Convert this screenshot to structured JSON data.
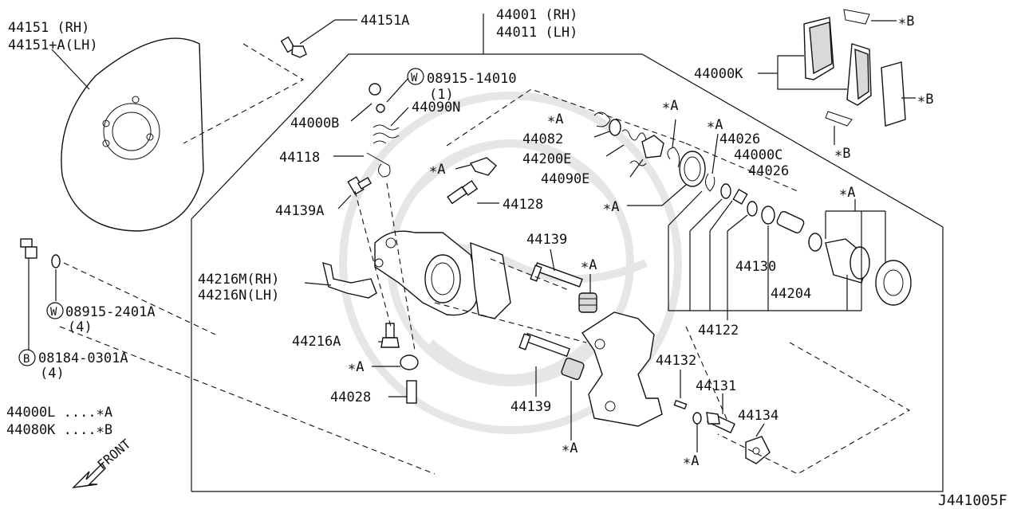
{
  "diagram_id": "J441005F",
  "front_label": "FRONT",
  "labels": [
    {
      "id": "44151",
      "text": "44151   (RH)"
    },
    {
      "id": "44151-lh",
      "text": "44151+A(LH)"
    },
    {
      "id": "44151A",
      "text": "44151A"
    },
    {
      "id": "44001",
      "text": "44001 (RH)"
    },
    {
      "id": "44011",
      "text": "44011 (LH)"
    },
    {
      "id": "08915-14010",
      "text": "08915-14010"
    },
    {
      "id": "08915-14010-qty",
      "text": "(1)"
    },
    {
      "id": "44000B",
      "text": "44000B"
    },
    {
      "id": "44090N",
      "text": "44090N"
    },
    {
      "id": "44118",
      "text": "44118"
    },
    {
      "id": "44139A",
      "text": "44139A"
    },
    {
      "id": "44128",
      "text": "44128"
    },
    {
      "id": "star-a-1",
      "text": "∗A"
    },
    {
      "id": "44082",
      "text": "44082"
    },
    {
      "id": "44200E",
      "text": "44200E"
    },
    {
      "id": "44090E",
      "text": "44090E"
    },
    {
      "id": "star-a-2",
      "text": "∗A"
    },
    {
      "id": "star-a-3",
      "text": "∗A"
    },
    {
      "id": "star-a-4",
      "text": "∗A"
    },
    {
      "id": "44026-a",
      "text": "44026"
    },
    {
      "id": "44000C",
      "text": "44000C"
    },
    {
      "id": "44026-b",
      "text": "44026"
    },
    {
      "id": "star-a-5",
      "text": "∗A"
    },
    {
      "id": "44000K",
      "text": "44000K"
    },
    {
      "id": "star-b-1",
      "text": "∗B"
    },
    {
      "id": "star-b-2",
      "text": "∗B"
    },
    {
      "id": "star-b-3",
      "text": "∗B"
    },
    {
      "id": "star-a-6",
      "text": "∗A"
    },
    {
      "id": "44139-a",
      "text": "44139"
    },
    {
      "id": "star-a-7",
      "text": "∗A"
    },
    {
      "id": "44130",
      "text": "44130"
    },
    {
      "id": "44204",
      "text": "44204"
    },
    {
      "id": "44122",
      "text": "44122"
    },
    {
      "id": "44216M",
      "text": "44216M(RH)"
    },
    {
      "id": "44216N",
      "text": "44216N(LH)"
    },
    {
      "id": "08915-2401A",
      "text": "08915-2401A"
    },
    {
      "id": "08915-2401A-qty",
      "text": "(4)"
    },
    {
      "id": "44216A",
      "text": "44216A"
    },
    {
      "id": "08184-0301A",
      "text": "08184-0301A"
    },
    {
      "id": "08184-0301A-qty",
      "text": "(4)"
    },
    {
      "id": "star-a-8",
      "text": "∗A"
    },
    {
      "id": "44028",
      "text": "44028"
    },
    {
      "id": "44139-b",
      "text": "44139"
    },
    {
      "id": "star-a-9",
      "text": "∗A"
    },
    {
      "id": "44132",
      "text": "44132"
    },
    {
      "id": "44131",
      "text": "44131"
    },
    {
      "id": "44134",
      "text": "44134"
    },
    {
      "id": "star-a-10",
      "text": "∗A"
    },
    {
      "id": "legend-a",
      "text": "44000L ....∗A"
    },
    {
      "id": "legend-b",
      "text": "44080K ....∗B"
    }
  ],
  "circled": {
    "w1": "W",
    "w2": "W",
    "b1": "B"
  }
}
